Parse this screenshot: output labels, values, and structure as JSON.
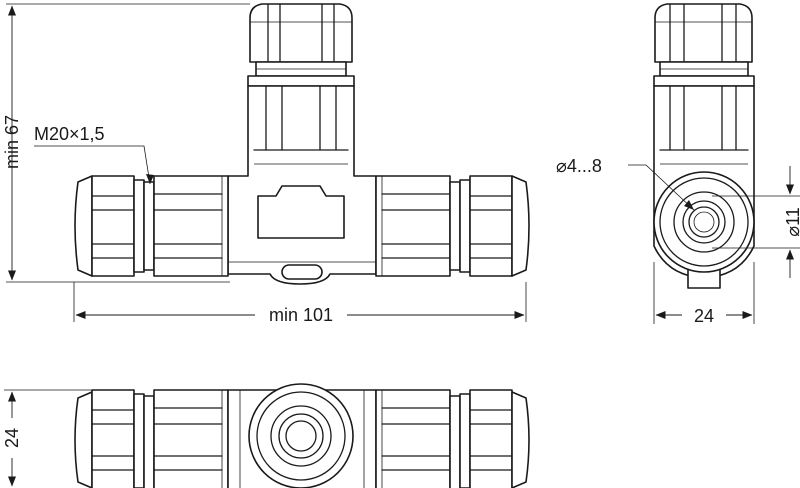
{
  "dimensions": {
    "overall_height": "min 67",
    "thread": "M20×1,5",
    "overall_length": "min 101",
    "cable_diameter": "⌀4...8",
    "seal_diameter": "⌀11",
    "side_width": "24",
    "bottom_height": "24"
  },
  "colors": {
    "line": "#1a1a1a",
    "background": "#ffffff"
  }
}
